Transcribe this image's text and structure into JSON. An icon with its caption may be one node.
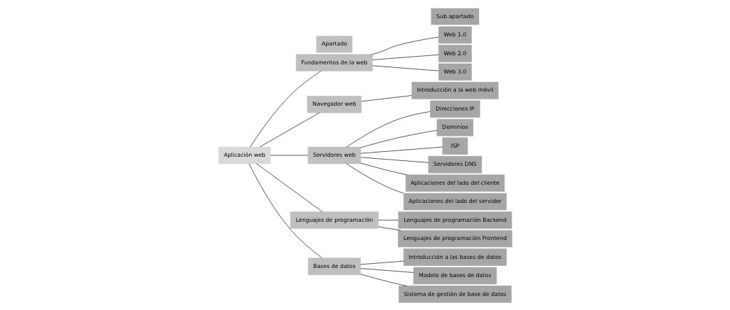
{
  "diagram": {
    "nodes": [
      {
        "text": [
          "Aplicación web"
        ]
      },
      {
        "text": [
          "Fundamentos de la web"
        ]
      },
      {
        "text": [
          "Navegador web"
        ]
      },
      {
        "text": [
          "Servidores web"
        ]
      },
      {
        "text": [
          "Lenguajes de programación"
        ]
      },
      {
        "text": [
          "Bases de datos"
        ]
      },
      {
        "text": [
          "Web 1.0"
        ]
      },
      {
        "text": [
          "Web 2.0"
        ]
      },
      {
        "text": [
          "Web 3.0"
        ]
      },
      {
        "text": [
          "Introducción a la web móvil"
        ]
      },
      {
        "text": [
          "Direcciones IP"
        ]
      },
      {
        "text": [
          "Dominios"
        ]
      },
      {
        "text": [
          "ISP"
        ]
      },
      {
        "text": [
          "Servidores DNS"
        ]
      },
      {
        "text": [
          "Aplicaciones del lado del cliente"
        ]
      },
      {
        "text": [
          "Aplicaciones del lado del servidor"
        ]
      },
      {
        "text": [
          "Lenguajes de programación Backend"
        ]
      },
      {
        "text": [
          "Lenguajes de programación Frontend"
        ]
      },
      {
        "text": [
          "Introducción a las bases de datos"
        ]
      },
      {
        "text": [
          "Modelo de bases de datos"
        ]
      },
      {
        "text": [
          "Sistema de gestión de base de datos"
        ]
      }
    ],
    "edges": [
      {
        "from": 0,
        "to": 1,
        "arrow": "none"
      },
      {
        "from": 0,
        "to": 2,
        "arrow": "none"
      },
      {
        "from": 0,
        "to": 3,
        "arrow": "none"
      },
      {
        "from": 0,
        "to": 4,
        "arrow": "none"
      },
      {
        "from": 0,
        "to": 5,
        "arrow": "none"
      },
      {
        "from": 1,
        "to": 6,
        "arrow": "none"
      },
      {
        "from": 1,
        "to": 7,
        "arrow": "none"
      },
      {
        "from": 1,
        "to": 8,
        "arrow": "none"
      },
      {
        "from": 2,
        "to": 9,
        "arrow": "none"
      },
      {
        "from": 3,
        "to": 10,
        "arrow": "none"
      },
      {
        "from": 3,
        "to": 11,
        "arrow": "none"
      },
      {
        "from": 3,
        "to": 12,
        "arrow": "none"
      },
      {
        "from": 3,
        "to": 13,
        "arrow": "none"
      },
      {
        "from": 3,
        "to": 14,
        "arrow": "none"
      },
      {
        "from": 3,
        "to": 15,
        "arrow": "none"
      },
      {
        "from": 4,
        "to": 16,
        "arrow": "none"
      },
      {
        "from": 4,
        "to": 17,
        "arrow": "none"
      },
      {
        "from": 5,
        "to": 18,
        "arrow": "none"
      },
      {
        "from": 5,
        "to": 19,
        "arrow": "none"
      },
      {
        "from": 5,
        "to": 20,
        "arrow": "none"
      }
    ],
    "labels": [
      "Apartado",
      "Sub apartado"
    ]
  }
}
